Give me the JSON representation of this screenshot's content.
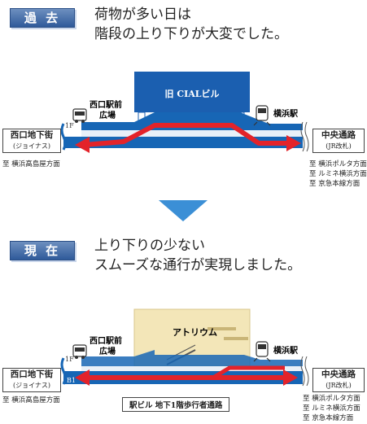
{
  "past": {
    "badge": "過 去",
    "heading_line1": "荷物が多い日は",
    "heading_line2": "階段の上り下りが大変でした。",
    "building": "旧 CIALビル",
    "plaza_line1": "西口駅前",
    "plaza_line2": "広場",
    "station": "横浜駅",
    "floor": "1F",
    "left_box_title": "西口地下街",
    "left_box_sub": "(ジョイナス)",
    "right_box_title": "中央通路",
    "right_box_sub": "(JR改札)",
    "left_dir": "至 横浜高島屋方面",
    "right_dirs": [
      "至 横浜ポルタ方面",
      "至 ルミネ横浜方面",
      "至 京急本線方面"
    ]
  },
  "present": {
    "badge": "現 在",
    "heading_line1": "上り下りの少ない",
    "heading_line2": "スムーズな通行が実現しました。",
    "atrium": "アトリウム",
    "plaza_line1": "西口駅前",
    "plaza_line2": "広場",
    "station": "横浜駅",
    "floor_1f": "1F",
    "floor_b1": "B1",
    "passage": "駅ビル 地下1階歩行者通路",
    "left_box_title": "西口地下街",
    "left_box_sub": "(ジョイナス)",
    "right_box_title": "中央通路",
    "right_box_sub": "(JR改札)",
    "left_dir": "至 横浜高島屋方面",
    "right_dirs": [
      "至 横浜ポルタ方面",
      "至 ルミネ横浜方面",
      "至 京急本線方面"
    ]
  },
  "colors": {
    "badge_blue": "#2f5a9a",
    "building_blue": "#1b5fb0",
    "floor_blue": "#1766b5",
    "arrow_red": "#e3232a",
    "divider_arrow": "#3b8fd6",
    "atrium_beige": "#f3e6b8"
  }
}
